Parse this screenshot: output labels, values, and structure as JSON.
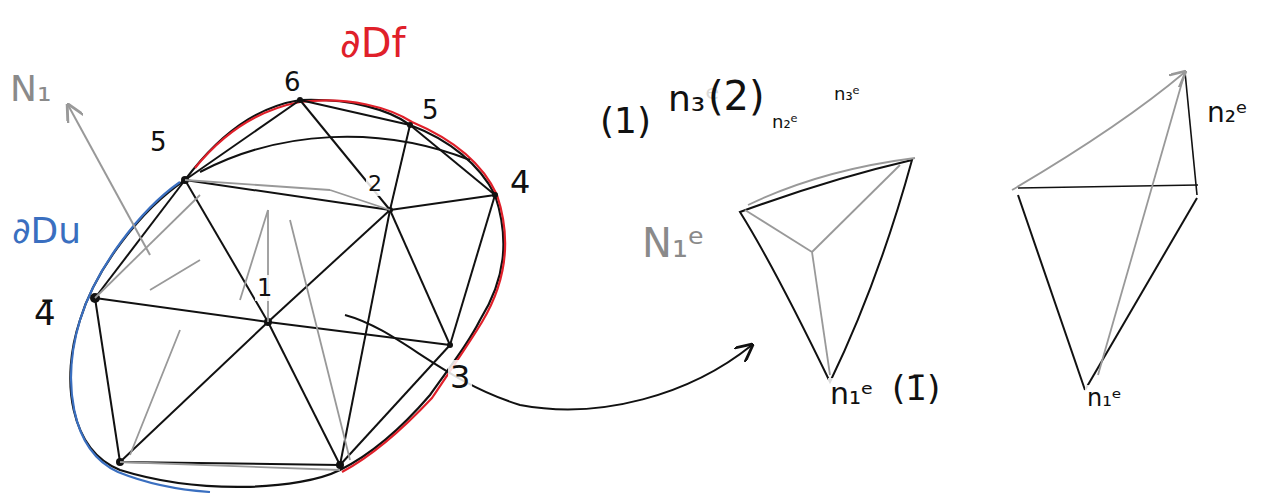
{
  "diagram": {
    "labels": [
      "N₁",
      "∂Df",
      "6",
      "5",
      "5̄",
      "∂Du",
      "4̄",
      "2",
      "1",
      "4",
      "3",
      "(1)",
      "n₃ᵉ",
      "(2)",
      "n₂ᵉ",
      "n₃ᵉ",
      "N₁ᵉ",
      "n₁ᵉ",
      "(1̄)",
      "n₂ᵉ",
      "n₁ᵉ"
    ]
  }
}
